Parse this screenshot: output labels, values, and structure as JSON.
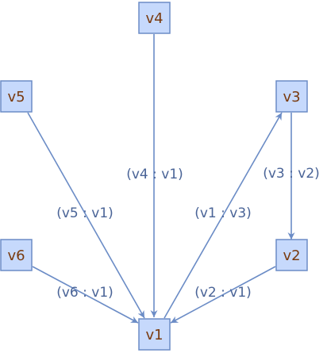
{
  "colors": {
    "node_fill": "#c6d9fc",
    "node_stroke": "#6b8cc6",
    "node_text": "#7a3b10",
    "edge": "#6b8cc6",
    "edge_label_text": "#4a6497",
    "background": "#ffffff"
  },
  "nodes": {
    "v1": "v1",
    "v2": "v2",
    "v3": "v3",
    "v4": "v4",
    "v5": "v5",
    "v6": "v6"
  },
  "edges": [
    {
      "from": "v4",
      "to": "v1",
      "label": "(v4 : v1)"
    },
    {
      "from": "v5",
      "to": "v1",
      "label": "(v5 : v1)"
    },
    {
      "from": "v1",
      "to": "v3",
      "label": "(v1 : v3)"
    },
    {
      "from": "v3",
      "to": "v2",
      "label": "(v3 : v2)"
    },
    {
      "from": "v6",
      "to": "v1",
      "label": "(v6 : v1)"
    },
    {
      "from": "v2",
      "to": "v1",
      "label": "(v2 : v1)"
    }
  ]
}
